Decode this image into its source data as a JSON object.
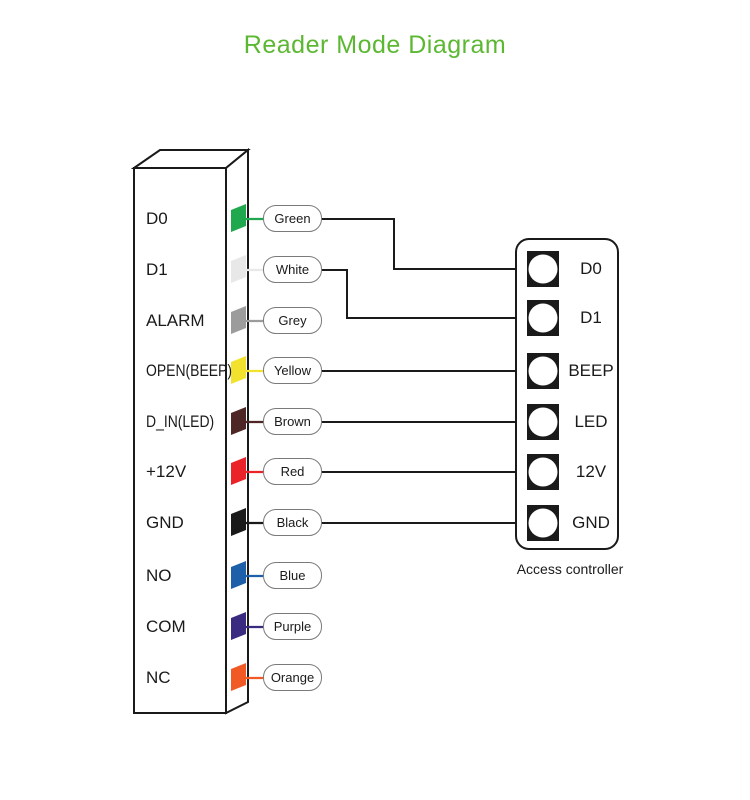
{
  "title": {
    "text": "Reader Mode Diagram",
    "color": "#5cb832"
  },
  "reader": {
    "rows": [
      {
        "terminal": "D0",
        "wire": "Green",
        "hex": "#1fa84d"
      },
      {
        "terminal": "D1",
        "wire": "White",
        "hex": "#e8e8e8"
      },
      {
        "terminal": "ALARM",
        "wire": "Grey",
        "hex": "#9c9c9c"
      },
      {
        "terminal": "OPEN(BEEP)",
        "wire": "Yellow",
        "hex": "#f2e22e"
      },
      {
        "terminal": "D_IN(LED)",
        "wire": "Brown",
        "hex": "#4f2626"
      },
      {
        "terminal": "+12V",
        "wire": "Red",
        "hex": "#ea2328"
      },
      {
        "terminal": "GND",
        "wire": "Black",
        "hex": "#1a1a1a"
      },
      {
        "terminal": "NO",
        "wire": "Blue",
        "hex": "#1d5fa8"
      },
      {
        "terminal": "COM",
        "wire": "Purple",
        "hex": "#3a2a80"
      },
      {
        "terminal": "NC",
        "wire": "Orange",
        "hex": "#f15a24"
      }
    ]
  },
  "controller": {
    "caption": "Access controller",
    "terminals": [
      "D0",
      "D1",
      "BEEP",
      "LED",
      "12V",
      "GND"
    ]
  },
  "connections": [
    {
      "wire": "Green",
      "to": "D0"
    },
    {
      "wire": "White",
      "to": "D1"
    },
    {
      "wire": "Yellow",
      "to": "BEEP"
    },
    {
      "wire": "Brown",
      "to": "LED"
    },
    {
      "wire": "Red",
      "to": "12V"
    },
    {
      "wire": "Black",
      "to": "GND"
    }
  ],
  "ink_color": "#1a1a1a"
}
